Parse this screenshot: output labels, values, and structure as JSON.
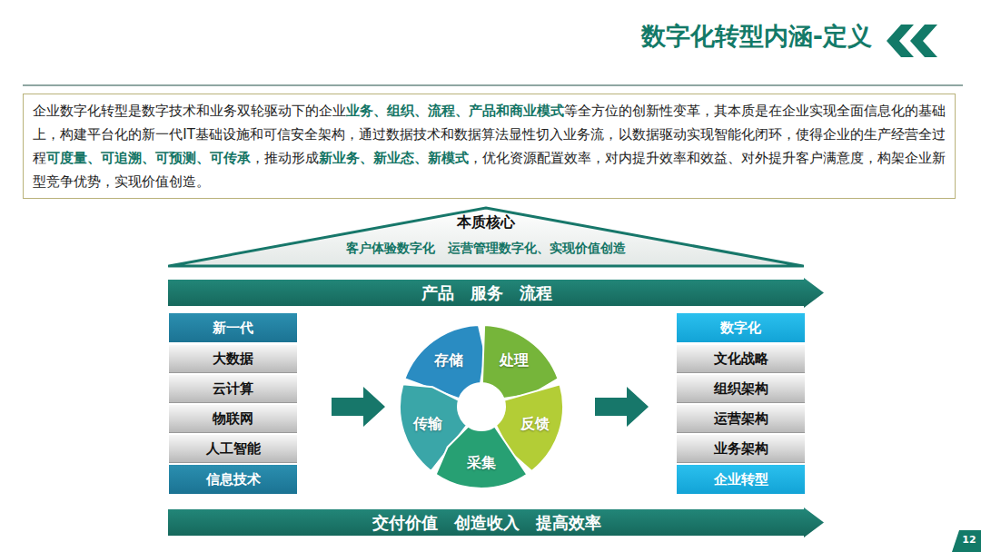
{
  "diagram": {
    "title": "数字化转型内涵-定义",
    "nodes": [
      {
        "text": [
          "企业数字化转型是数字技术和业务双轮驱动下的企业",
          "业务、组织、流程、产品和商业模式",
          "等全方位的创新性变革，其本质是在企业实现全面信息化的基础上，构建平台化的新一代IT基础设施和可信安全架构，通过数据技术和数据算法显性切入业务流，以数据驱动实现智能化闭环，使得企业的生产经营全过程",
          "可度量、可追溯、可预测、可传承",
          "，推动形成",
          "新业务、新业态、新模式",
          "，优化资源配置效率，对内提升效率和效益、对外提升客户满意度，构架企业新型竞争优势，实现价值创造。"
        ]
      },
      {
        "text": [
          "本质核心",
          "客户体验数字化　运营管理数字化、实现价值创造"
        ]
      },
      {
        "text": [
          "产品　服务　流程"
        ]
      },
      {
        "text": [
          "新一代"
        ]
      },
      {
        "text": [
          "大数据"
        ]
      },
      {
        "text": [
          "云计算"
        ]
      },
      {
        "text": [
          "物联网"
        ]
      },
      {
        "text": [
          "人工智能"
        ]
      },
      {
        "text": [
          "信息技术"
        ]
      },
      {
        "text": [
          "存储"
        ]
      },
      {
        "text": [
          "处理"
        ]
      },
      {
        "text": [
          "传输"
        ]
      },
      {
        "text": [
          "反馈"
        ]
      },
      {
        "text": [
          "采集"
        ]
      },
      {
        "text": [
          "数字化"
        ]
      },
      {
        "text": [
          "文化战略"
        ]
      },
      {
        "text": [
          "组织架构"
        ]
      },
      {
        "text": [
          "运营架构"
        ]
      },
      {
        "text": [
          "业务架构"
        ]
      },
      {
        "text": [
          "企业转型"
        ]
      },
      {
        "text": [
          "交付价值　创造收入　提高效率"
        ]
      }
    ],
    "labels": [
      "12"
    ]
  }
}
